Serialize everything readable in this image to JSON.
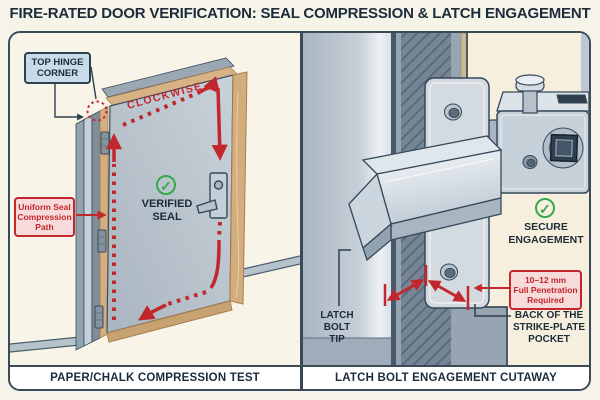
{
  "title": "FIRE-RATED DOOR VERIFICATION: SEAL COMPRESSION & LATCH ENGAGEMENT",
  "icons": {
    "check": "✓"
  },
  "left_panel": {
    "caption": "PAPER/CHALK COMPRESSION TEST",
    "hinge_label_lines": [
      "TOP HINGE",
      "CORNER"
    ],
    "clockwise_label": "CLOCKWISE",
    "verified_lines": [
      "VERIFIED",
      "SEAL"
    ],
    "seal_path_lines": [
      "Uniform Seal",
      "Compression",
      "Path"
    ]
  },
  "right_panel": {
    "caption": "LATCH BOLT ENGAGEMENT CUTAWAY",
    "secure_lines": [
      "SECURE",
      "ENGAGEMENT"
    ],
    "penetration_lines": [
      "10–12 mm",
      "Full Penetration",
      "Required"
    ],
    "latch_tip_lines": [
      "LATCH",
      "BOLT",
      "TIP"
    ],
    "pocket_lines": [
      "BACK OF THE",
      "STRIKE-PLATE",
      "POCKET"
    ]
  },
  "colors": {
    "navy_text": "#1c2c3a",
    "accent_red": "#c2272d",
    "check_green": "#35a94b",
    "left_panel_bg": "#f8f4e7",
    "right_panel_bg": "#b9c5d2",
    "wall_cream": "#f7efdd",
    "label_blue": "#c7dbe9",
    "label_pink": "#f7dada",
    "caption_bg": "#ffffff",
    "tape_tan": "#d3ad7e",
    "door_gray": "#b5c0ca"
  }
}
